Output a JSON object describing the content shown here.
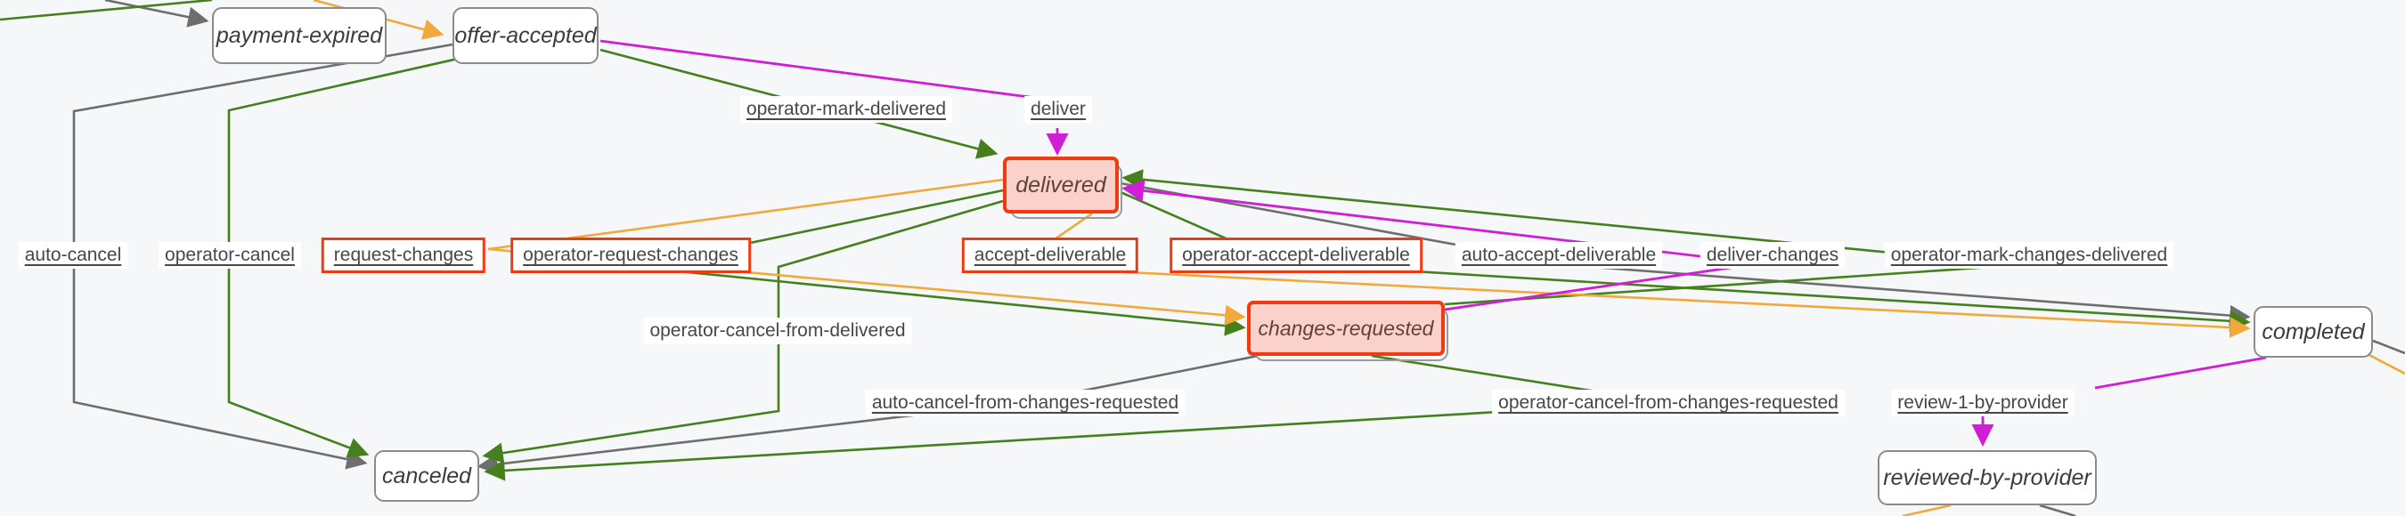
{
  "diagram": {
    "type": "state-transition-graph",
    "nodes": [
      {
        "id": "payment-expired",
        "label": "payment-expired",
        "highlighted": false
      },
      {
        "id": "offer-accepted",
        "label": "offer-accepted",
        "highlighted": false
      },
      {
        "id": "delivered",
        "label": "delivered",
        "highlighted": true
      },
      {
        "id": "changes-requested",
        "label": "changes-requested",
        "highlighted": true
      },
      {
        "id": "canceled",
        "label": "canceled",
        "highlighted": false
      },
      {
        "id": "completed",
        "label": "completed",
        "highlighted": false
      },
      {
        "id": "reviewed-by-provider",
        "label": "reviewed-by-provider",
        "highlighted": false
      }
    ],
    "edge_labels": [
      {
        "label": "operator-mark-delivered",
        "underlined": true,
        "boxed": false
      },
      {
        "label": "deliver",
        "underlined": true,
        "boxed": false
      },
      {
        "label": "auto-cancel",
        "underlined": true,
        "boxed": false
      },
      {
        "label": "operator-cancel",
        "underlined": true,
        "boxed": false
      },
      {
        "label": "request-changes",
        "underlined": true,
        "boxed": true
      },
      {
        "label": "operator-request-changes",
        "underlined": true,
        "boxed": true
      },
      {
        "label": "accept-deliverable",
        "underlined": true,
        "boxed": true
      },
      {
        "label": "operator-accept-deliverable",
        "underlined": true,
        "boxed": true
      },
      {
        "label": "auto-accept-deliverable",
        "underlined": true,
        "boxed": false
      },
      {
        "label": "deliver-changes",
        "underlined": true,
        "boxed": false
      },
      {
        "label": "operator-mark-changes-delivered",
        "underlined": true,
        "boxed": false
      },
      {
        "label": "operator-cancel-from-delivered",
        "underlined": false,
        "boxed": false
      },
      {
        "label": "auto-cancel-from-changes-requested",
        "underlined": true,
        "boxed": false
      },
      {
        "label": "operator-cancel-from-changes-requested",
        "underlined": true,
        "boxed": false
      },
      {
        "label": "review-1-by-provider",
        "underlined": true,
        "boxed": false
      }
    ],
    "colors": {
      "background": "#f5f7f9",
      "node_border": "#8b8b8b",
      "node_text": "#3c3c3c",
      "highlight_red": "#f23a12",
      "highlight_fill": "#fbd2ca",
      "edge_gray": "#6e6e6e",
      "edge_green": "#45801d",
      "edge_orange": "#f2a93b",
      "edge_magenta": "#cf1ed6",
      "label_text": "#474747"
    }
  }
}
